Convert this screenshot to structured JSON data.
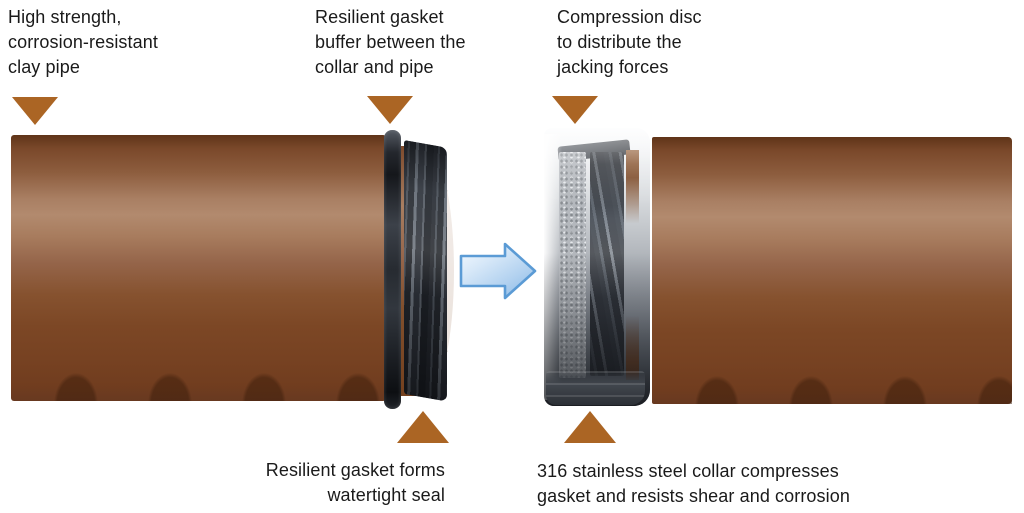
{
  "diagram": {
    "labels": {
      "clay_pipe": "High strength,\ncorrosion-resistant\nclay pipe",
      "gasket_buffer": "Resilient gasket\nbuffer between the\ncollar and pipe",
      "compression_disc": "Compression disc\nto distribute the\njacking forces",
      "watertight_seal": "Resilient gasket forms\nwatertight seal",
      "steel_collar": "316 stainless steel collar compresses\ngasket and resists shear and corrosion"
    },
    "colors": {
      "background": "#ffffff",
      "text": "#1a1a1a",
      "pointer_triangle": "#ab6524",
      "pipe_brown_dark": "#6b3a1e",
      "pipe_brown_highlight": "#b28a6e",
      "gasket_black": "#1d2025",
      "collar_steel_light": "#eef0f2",
      "collar_steel_dark": "#3a3e44",
      "arrow_fill_light": "#f7fbff",
      "arrow_fill_blue": "#8fbce8",
      "arrow_outline": "#5b9bd5"
    },
    "icons": {
      "pointer": "filled-triangle",
      "direction": "arrow-right"
    }
  }
}
